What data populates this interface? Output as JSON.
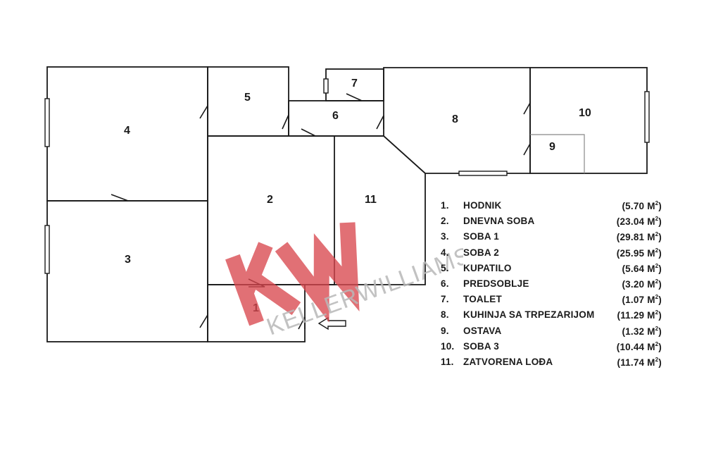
{
  "rooms": [
    {
      "num": "1"
    },
    {
      "num": "2"
    },
    {
      "num": "3"
    },
    {
      "num": "4"
    },
    {
      "num": "5"
    },
    {
      "num": "6"
    },
    {
      "num": "7"
    },
    {
      "num": "8"
    },
    {
      "num": "9"
    },
    {
      "num": "10"
    },
    {
      "num": "11"
    }
  ],
  "legend": [
    {
      "index": "1.",
      "name": "HODNIK",
      "area": "(5.70 M",
      "unit_sup": "2",
      "close": ")"
    },
    {
      "index": "2.",
      "name": "DNEVNA SOBA",
      "area": "(23.04 M",
      "unit_sup": "2",
      "close": ")"
    },
    {
      "index": "3.",
      "name": "SOBA 1",
      "area": "(29.81 M",
      "unit_sup": "2",
      "close": ")"
    },
    {
      "index": "4.",
      "name": "SOBA 2",
      "area": "(25.95 M",
      "unit_sup": "2",
      "close": ")"
    },
    {
      "index": "5.",
      "name": "KUPATILO",
      "area": "(5.64 M",
      "unit_sup": "2",
      "close": ")"
    },
    {
      "index": "6.",
      "name": "PREDSOBLJE",
      "area": "(3.20 M",
      "unit_sup": "2",
      "close": ")"
    },
    {
      "index": "7.",
      "name": "TOALET",
      "area": "(1.07 M",
      "unit_sup": "2",
      "close": ")"
    },
    {
      "index": "8.",
      "name": "KUHINJA SA TRPEZARIJOM",
      "area": "(11.29 M",
      "unit_sup": "2",
      "close": ")"
    },
    {
      "index": "9.",
      "name": "OSTAVA",
      "area": "(1.32 M",
      "unit_sup": "2",
      "close": ")"
    },
    {
      "index": "10.",
      "name": "SOBA 3",
      "area": "(10.44 M",
      "unit_sup": "2",
      "close": ")"
    },
    {
      "index": "11.",
      "name": "ZATVORENA LOĐA",
      "area": "(11.74 M",
      "unit_sup": "2",
      "close": ")"
    }
  ],
  "watermark": {
    "logo": "KW",
    "text": "KELLERWILLIAMS"
  },
  "colors": {
    "wall": "#1a1a1a",
    "watermark_red": "#d9484f",
    "watermark_gray": "#b8b8b8",
    "closet": "#888888"
  }
}
